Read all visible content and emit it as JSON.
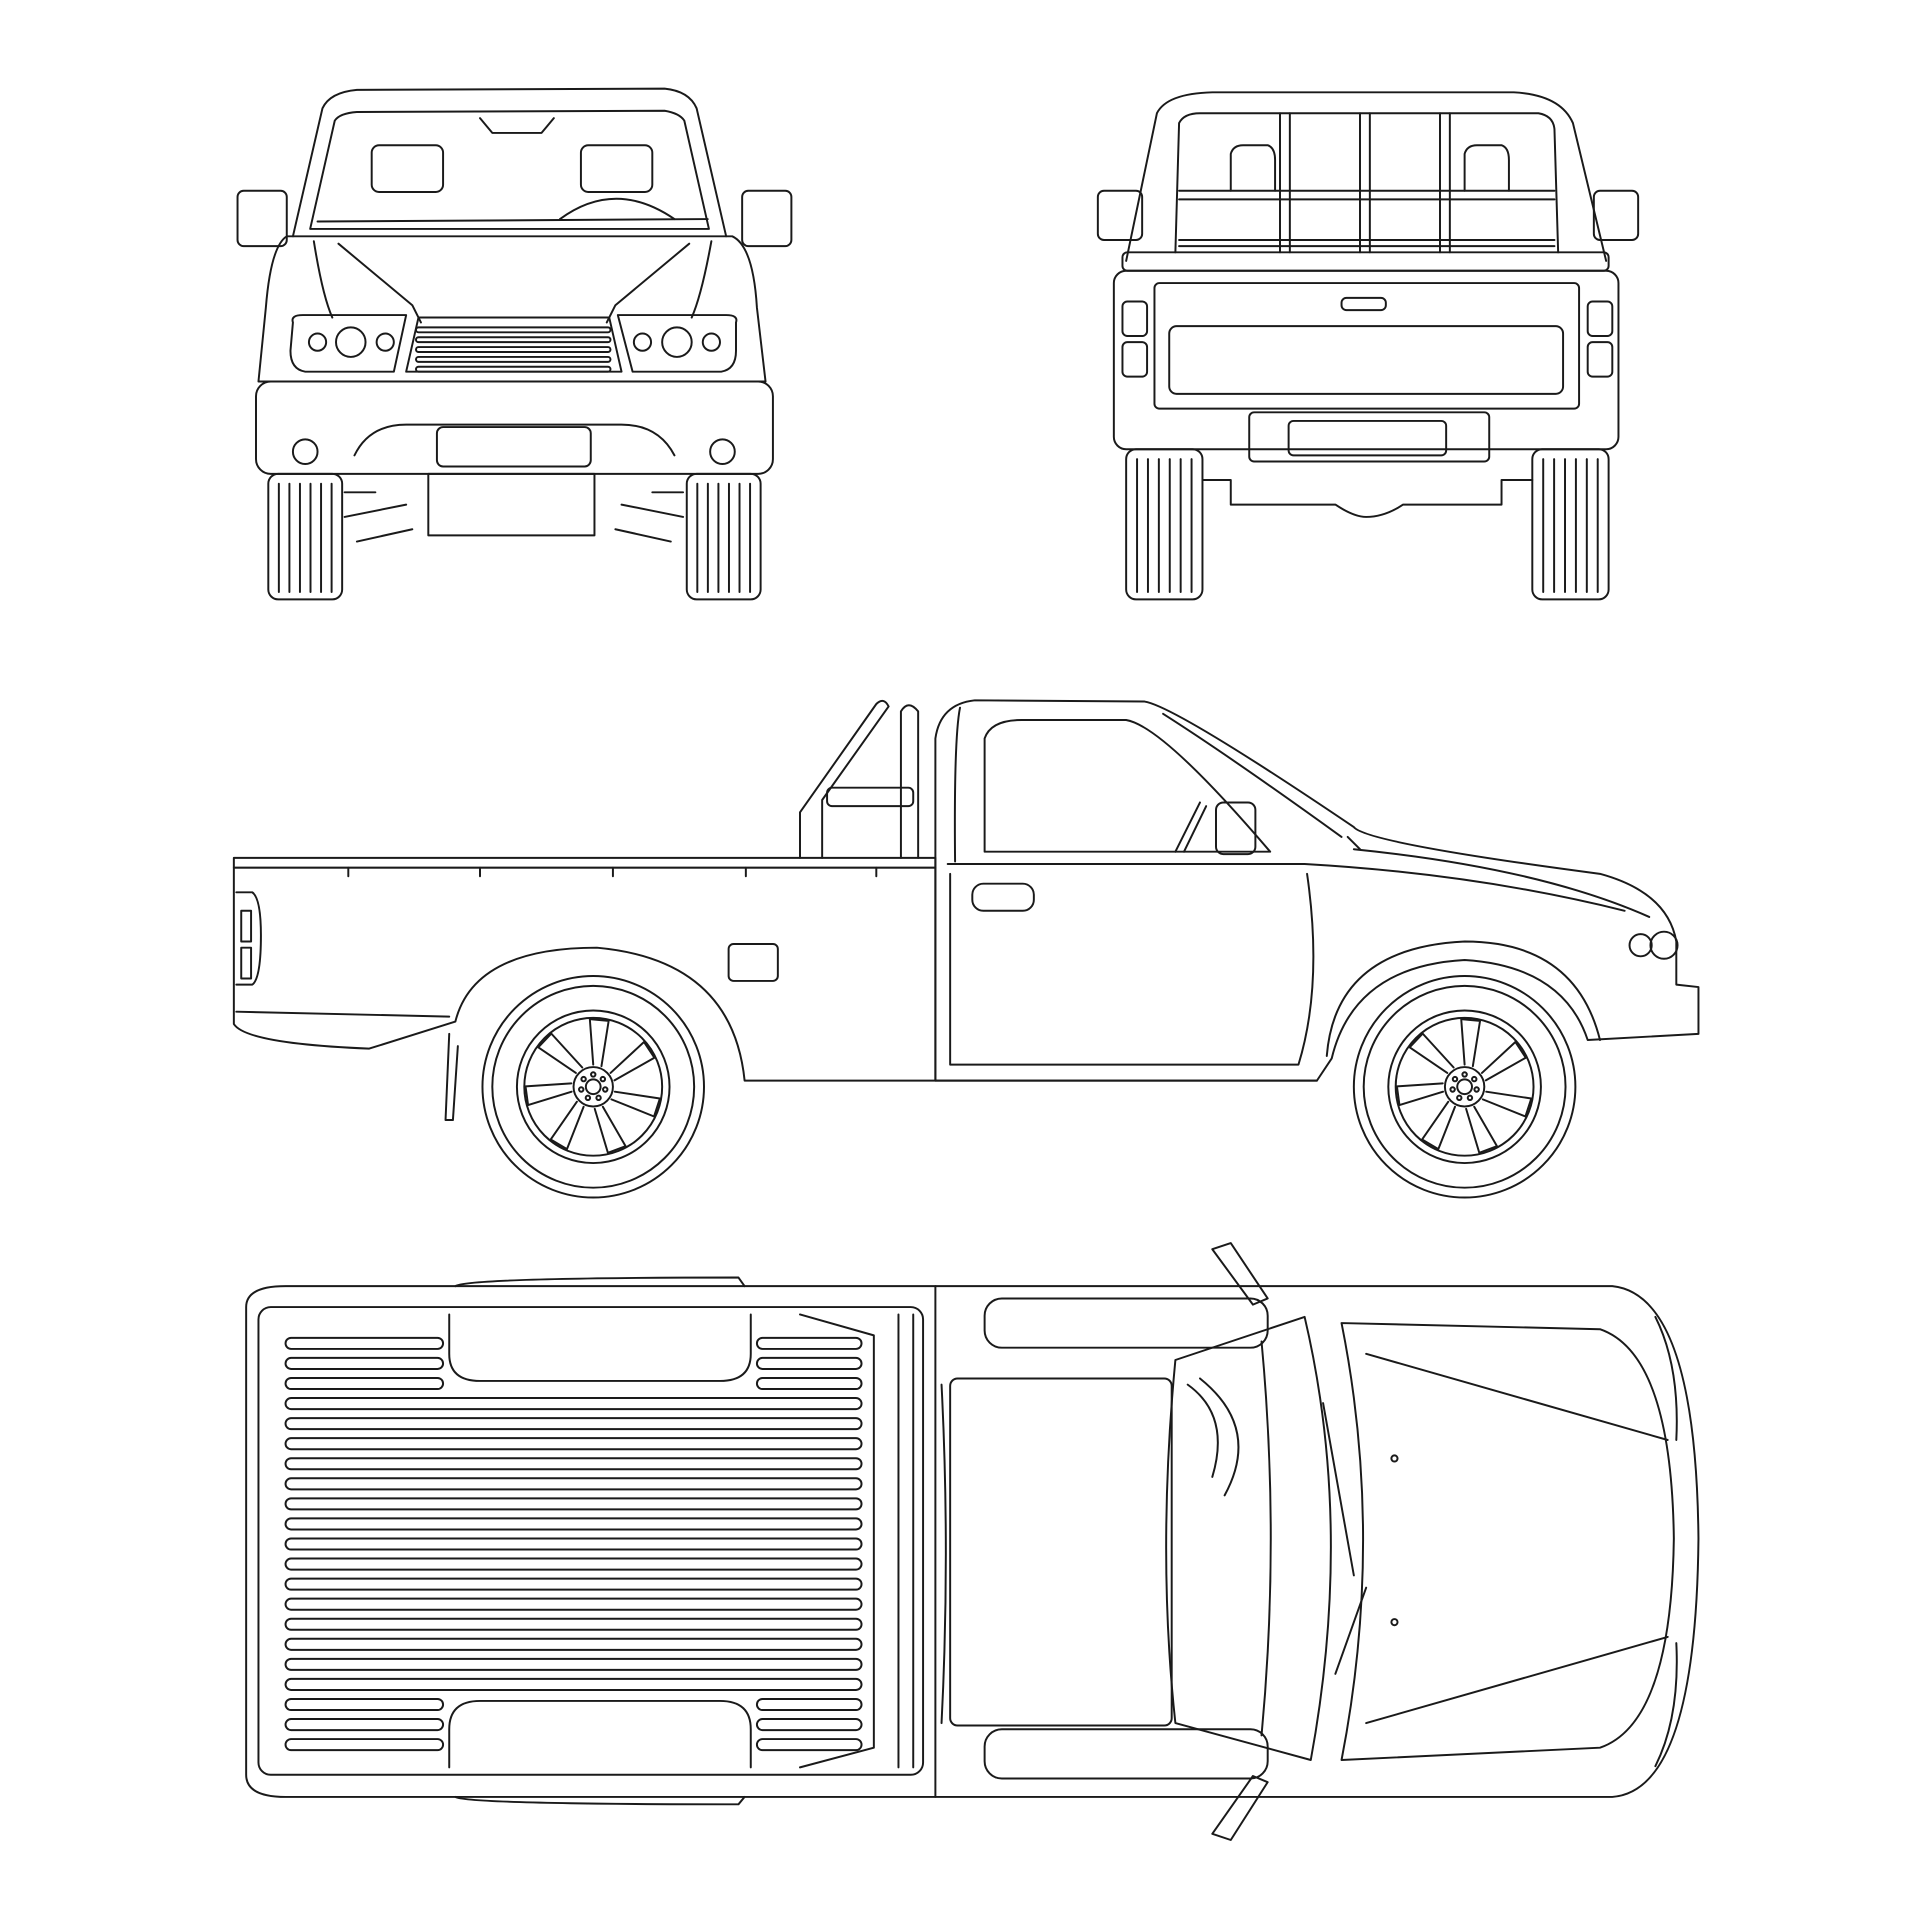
{
  "drawing": {
    "stroke_color": "#1a1a1a",
    "background": "#ffffff",
    "views": [
      "front",
      "rear",
      "side",
      "top"
    ]
  }
}
